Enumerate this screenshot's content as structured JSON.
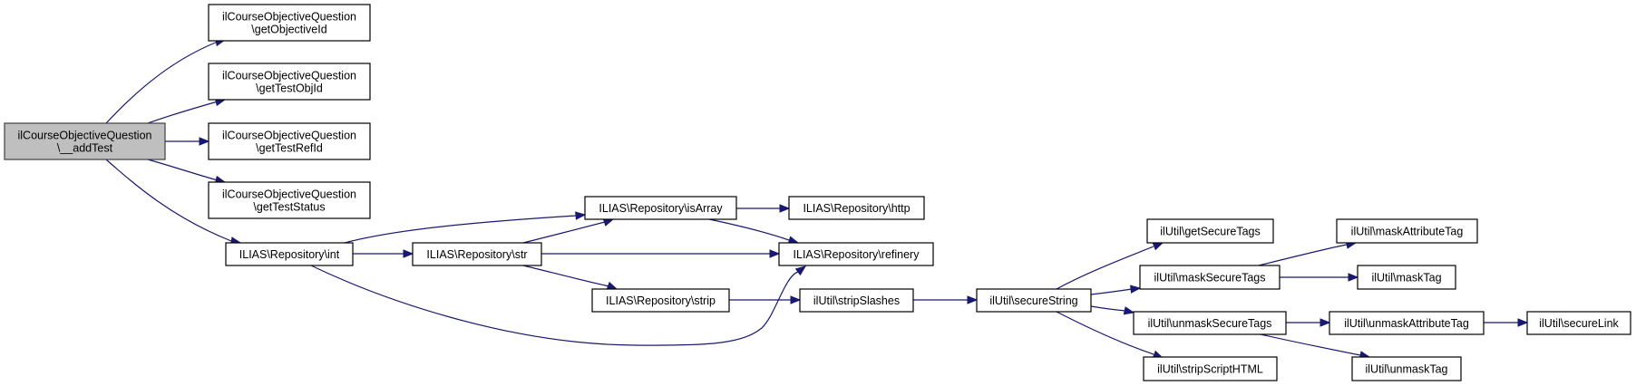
{
  "diagram": {
    "type": "call-graph",
    "colors": {
      "edge": "#191970",
      "root_fill": "#bfbfbf",
      "node_fill": "#ffffff",
      "node_border": "#000000"
    },
    "nodes": [
      {
        "id": "addTest",
        "lines": [
          "ilCourseObjectiveQuestion",
          "\\__addTest"
        ],
        "root": true
      },
      {
        "id": "getObjectiveId",
        "lines": [
          "ilCourseObjectiveQuestion",
          "\\getObjectiveId"
        ]
      },
      {
        "id": "getTestObjId",
        "lines": [
          "ilCourseObjectiveQuestion",
          "\\getTestObjId"
        ]
      },
      {
        "id": "getTestRefId",
        "lines": [
          "ilCourseObjectiveQuestion",
          "\\getTestRefId"
        ]
      },
      {
        "id": "getTestStatus",
        "lines": [
          "ilCourseObjectiveQuestion",
          "\\getTestStatus"
        ]
      },
      {
        "id": "int",
        "lines": [
          "ILIAS\\Repository\\int"
        ]
      },
      {
        "id": "str",
        "lines": [
          "ILIAS\\Repository\\str"
        ]
      },
      {
        "id": "isArray",
        "lines": [
          "ILIAS\\Repository\\isArray"
        ]
      },
      {
        "id": "strip",
        "lines": [
          "ILIAS\\Repository\\strip"
        ]
      },
      {
        "id": "http",
        "lines": [
          "ILIAS\\Repository\\http"
        ]
      },
      {
        "id": "refinery",
        "lines": [
          "ILIAS\\Repository\\refinery"
        ]
      },
      {
        "id": "stripSlashes",
        "lines": [
          "ilUtil\\stripSlashes"
        ]
      },
      {
        "id": "secureString",
        "lines": [
          "ilUtil\\secureString"
        ]
      },
      {
        "id": "getSecureTags",
        "lines": [
          "ilUtil\\getSecureTags"
        ]
      },
      {
        "id": "maskSecureTags",
        "lines": [
          "ilUtil\\maskSecureTags"
        ]
      },
      {
        "id": "unmaskSecureTags",
        "lines": [
          "ilUtil\\unmaskSecureTags"
        ]
      },
      {
        "id": "stripScriptHTML",
        "lines": [
          "ilUtil\\stripScriptHTML"
        ]
      },
      {
        "id": "maskAttributeTag",
        "lines": [
          "ilUtil\\maskAttributeTag"
        ]
      },
      {
        "id": "maskTag",
        "lines": [
          "ilUtil\\maskTag"
        ]
      },
      {
        "id": "unmaskAttributeTag",
        "lines": [
          "ilUtil\\unmaskAttributeTag"
        ]
      },
      {
        "id": "unmaskTag",
        "lines": [
          "ilUtil\\unmaskTag"
        ]
      },
      {
        "id": "secureLink",
        "lines": [
          "ilUtil\\secureLink"
        ]
      }
    ],
    "edges": [
      {
        "from": "addTest",
        "to": "getObjectiveId"
      },
      {
        "from": "addTest",
        "to": "getTestObjId"
      },
      {
        "from": "addTest",
        "to": "getTestRefId"
      },
      {
        "from": "addTest",
        "to": "getTestStatus"
      },
      {
        "from": "addTest",
        "to": "int"
      },
      {
        "from": "int",
        "to": "isArray"
      },
      {
        "from": "int",
        "to": "str"
      },
      {
        "from": "int",
        "to": "refinery"
      },
      {
        "from": "str",
        "to": "isArray"
      },
      {
        "from": "str",
        "to": "refinery"
      },
      {
        "from": "str",
        "to": "strip"
      },
      {
        "from": "isArray",
        "to": "http"
      },
      {
        "from": "isArray",
        "to": "refinery"
      },
      {
        "from": "strip",
        "to": "stripSlashes"
      },
      {
        "from": "stripSlashes",
        "to": "secureString"
      },
      {
        "from": "secureString",
        "to": "getSecureTags"
      },
      {
        "from": "secureString",
        "to": "maskSecureTags"
      },
      {
        "from": "secureString",
        "to": "unmaskSecureTags"
      },
      {
        "from": "secureString",
        "to": "stripScriptHTML"
      },
      {
        "from": "maskSecureTags",
        "to": "maskAttributeTag"
      },
      {
        "from": "maskSecureTags",
        "to": "maskTag"
      },
      {
        "from": "unmaskSecureTags",
        "to": "unmaskAttributeTag"
      },
      {
        "from": "unmaskSecureTags",
        "to": "unmaskTag"
      },
      {
        "from": "unmaskAttributeTag",
        "to": "secureLink"
      }
    ]
  }
}
